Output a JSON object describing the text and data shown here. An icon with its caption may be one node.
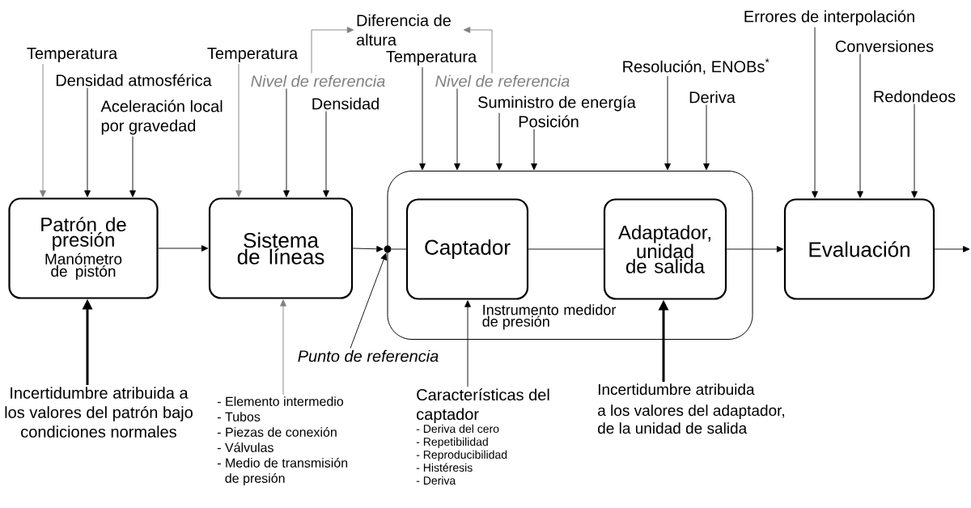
{
  "diagram": {
    "nodes": [
      {
        "text": [
          "Patrón de presión",
          "Manómetro de pistón"
        ]
      },
      {
        "text": [
          "Sistema de líneas"
        ]
      },
      {
        "text": [
          "Instrumento medidor de presión"
        ]
      },
      {
        "text": [
          "Captador"
        ],
        "in": 2
      },
      {
        "text": [
          "Adaptador, unidad de salida"
        ],
        "in": 2
      },
      {
        "text": [
          "Evaluación"
        ]
      },
      {
        "text": [],
        "shape": "circle"
      },
      {
        "text": [
          "Temperatura"
        ]
      },
      {
        "text": [
          "Densidad atmosférica"
        ]
      },
      {
        "text": [
          "Aceleración local por gravedad"
        ]
      },
      {
        "text": [
          "Temperatura"
        ]
      },
      {
        "text": [
          "Nivel de referencia"
        ]
      },
      {
        "text": [
          "Densidad"
        ]
      },
      {
        "text": [
          "Diferencia de altura"
        ]
      },
      {
        "text": [
          "Temperatura"
        ]
      },
      {
        "text": [
          "Nivel de referencia"
        ]
      },
      {
        "text": [
          "Suministro de energía"
        ]
      },
      {
        "text": [
          "Posición"
        ]
      },
      {
        "text": [
          "Resolución, ENOBs$^{*}$"
        ]
      },
      {
        "text": [
          "Deriva"
        ]
      },
      {
        "text": [
          "Errores de interpolación"
        ]
      },
      {
        "text": [
          "Conversiones"
        ]
      },
      {
        "text": [
          "Redondeos"
        ]
      },
      {
        "text": [
          "Incertidumbre atribuida a los valores del patrón bajo condiciones normales"
        ]
      },
      {
        "text": [
          "- Elemento intermedio",
          "- Tubos",
          "- Piezas de conexión",
          "- Válvulas",
          "- Medio de transmisión de presión"
        ]
      },
      {
        "text": [
          "Punto de referencia"
        ]
      },
      {
        "text": [
          "Características del captador",
          "- Deriva del cero",
          "- Repetibilidad",
          "- Reproducibilidad",
          "- Histéresis",
          "- Deriva"
        ]
      },
      {
        "text": [
          "Incertidumbre atribuida",
          "a los valores del adaptador, de la unidad de salida"
        ]
      }
    ],
    "edges": [
      {
        "from": 0,
        "to": 1,
        "arrow": "to"
      },
      {
        "from": 1,
        "to": 6,
        "arrow": "to"
      },
      {
        "from": 6,
        "to": 3,
        "arrow": "none"
      },
      {
        "from": 3,
        "to": 4,
        "arrow": "none"
      },
      {
        "from": 4,
        "to": 5,
        "arrow": "to"
      },
      {
        "from": 5,
        "to": null,
        "arrow": "to"
      },
      {
        "from": 7,
        "to": 0,
        "arrow": "to",
        "color": "#808080"
      },
      {
        "from": 8,
        "to": 0,
        "arrow": "to"
      },
      {
        "from": 9,
        "to": 0,
        "arrow": "to"
      },
      {
        "from": 10,
        "to": 1,
        "arrow": "to",
        "color": "#808080"
      },
      {
        "from": 11,
        "to": 1,
        "arrow": "to"
      },
      {
        "from": 12,
        "to": 1,
        "arrow": "to"
      },
      {
        "from": 11,
        "to": 13,
        "arrow": "to",
        "color": "#808080"
      },
      {
        "from": 15,
        "to": 13,
        "arrow": "to",
        "color": "#808080"
      },
      {
        "from": 14,
        "to": 2,
        "arrow": "to"
      },
      {
        "from": 15,
        "to": 2,
        "arrow": "to"
      },
      {
        "from": 16,
        "to": 2,
        "arrow": "to"
      },
      {
        "from": 17,
        "to": 2,
        "arrow": "to"
      },
      {
        "from": 18,
        "to": 2,
        "arrow": "to"
      },
      {
        "from": 19,
        "to": 2,
        "arrow": "to"
      },
      {
        "from": 20,
        "to": 5,
        "arrow": "to"
      },
      {
        "from": 21,
        "to": 5,
        "arrow": "to"
      },
      {
        "from": 22,
        "to": 5,
        "arrow": "to"
      },
      {
        "from": 23,
        "to": 0,
        "arrow": "to",
        "style": "thick"
      },
      {
        "from": 24,
        "to": 1,
        "arrow": "to",
        "color": "#808080"
      },
      {
        "from": 25,
        "to": 6,
        "arrow": "to"
      },
      {
        "from": 26,
        "to": 3,
        "arrow": "to"
      },
      {
        "from": 27,
        "to": 4,
        "arrow": "to",
        "style": "thick"
      }
    ]
  }
}
